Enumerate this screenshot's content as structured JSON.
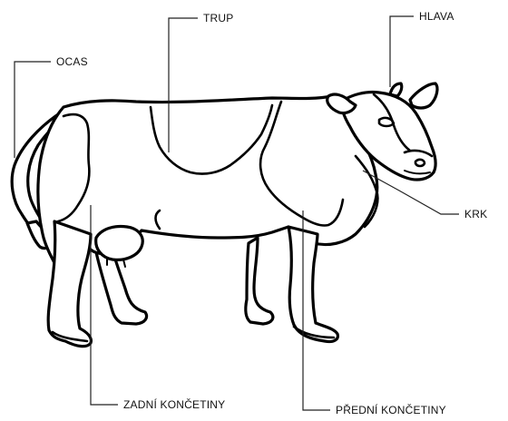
{
  "diagram": {
    "subject": "cow",
    "labels": {
      "trup": "TRUP",
      "hlava": "HLAVA",
      "ocas": "OCAS",
      "krk": "KRK",
      "zadni_konciny": "ZADNÍ KONČETINY",
      "predni_konciny": "PŘEDNÍ KONČETINY"
    }
  }
}
